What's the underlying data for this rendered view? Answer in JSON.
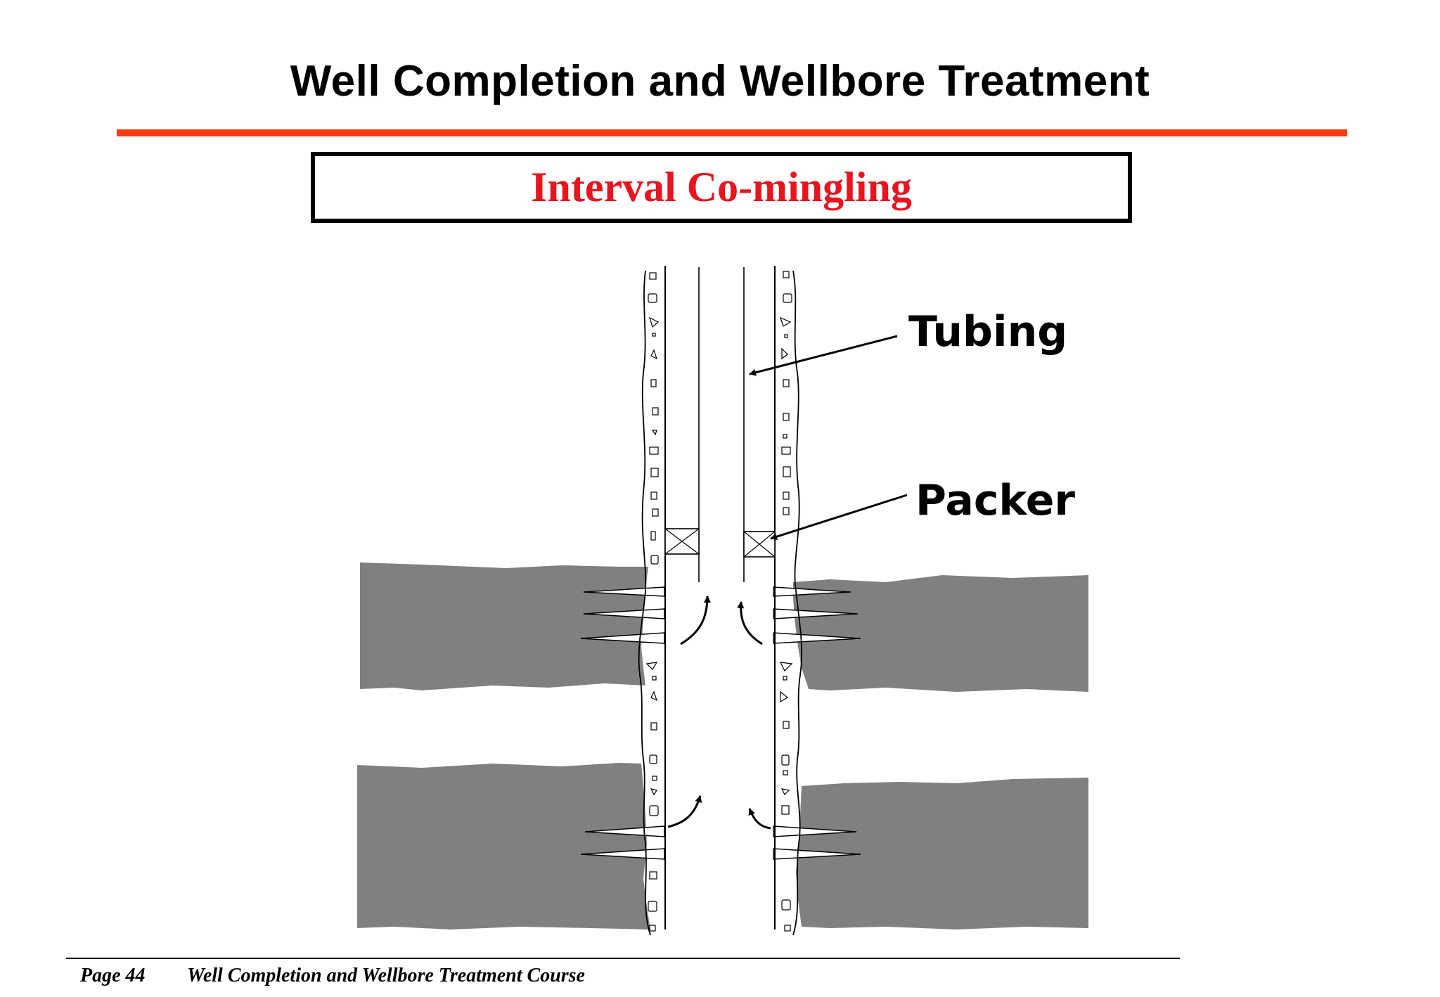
{
  "header": {
    "title": "Well Completion and Wellbore Treatment",
    "accent_color": "#ff3b0f"
  },
  "subtitle": {
    "text": "Interval Co-mingling",
    "color": "#e8141e"
  },
  "diagram": {
    "labels": {
      "tubing": "Tubing",
      "packer": "Packer"
    },
    "formation_color": "#808080",
    "formation_layers": 2
  },
  "footer": {
    "page": "Page 44",
    "course": "Well Completion and Wellbore Treatment Course"
  }
}
